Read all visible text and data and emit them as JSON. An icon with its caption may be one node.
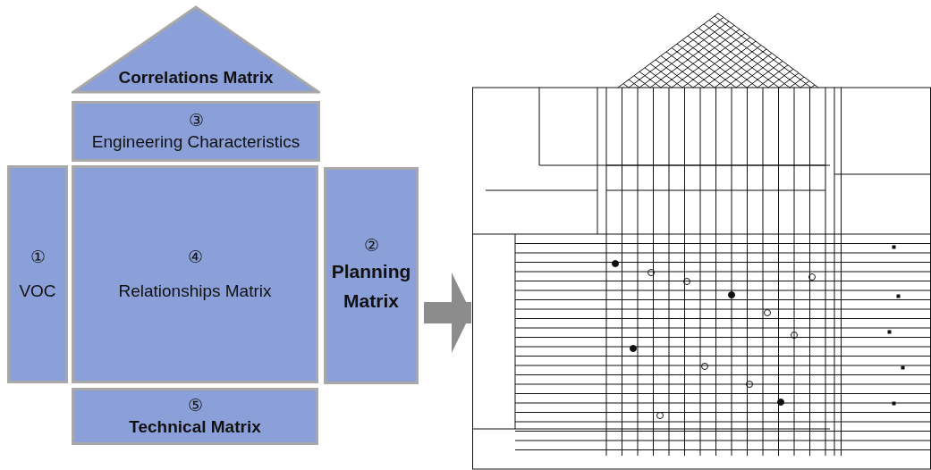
{
  "diagram": {
    "nodes": [
      {
        "text": [
          "Correlations Matrix"
        ]
      },
      {
        "text": [
          "③",
          "Engineering Characteristics"
        ]
      },
      {
        "text": [
          "①",
          "VOC"
        ]
      },
      {
        "text": [
          "④",
          "Relationships Matrix"
        ]
      },
      {
        "text": [
          "②",
          "Planning Matrix"
        ]
      },
      {
        "text": [
          "⑤",
          "Technical Matrix"
        ]
      },
      {
        "text": [],
        "shape": "picture"
      }
    ],
    "edges": [
      {
        "from": 4,
        "to": 6,
        "arrow": "to"
      }
    ]
  }
}
